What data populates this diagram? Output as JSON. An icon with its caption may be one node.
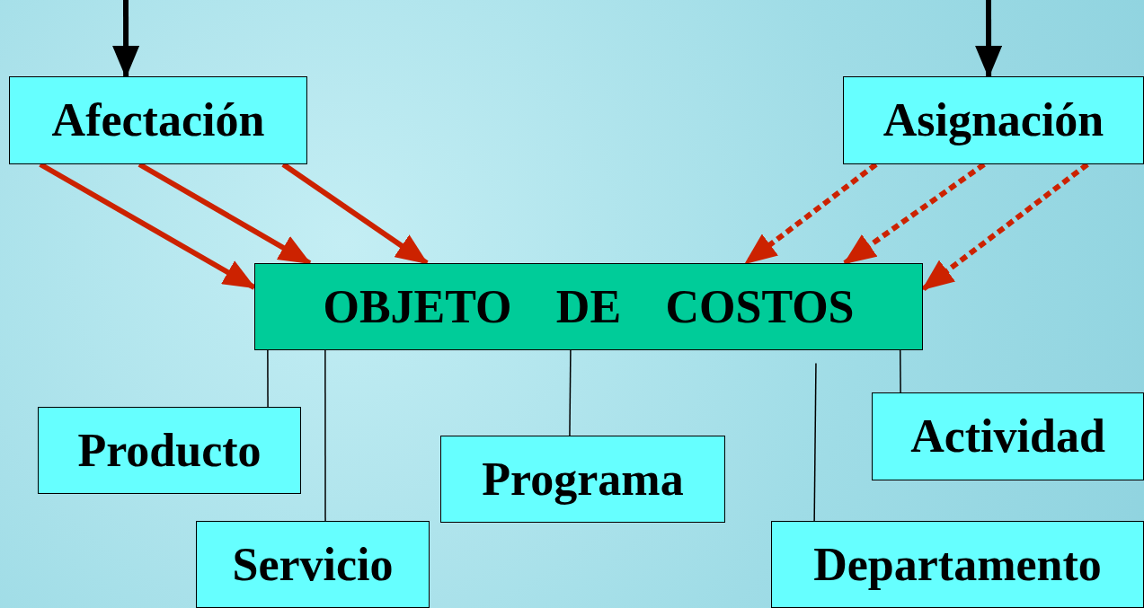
{
  "diagram": {
    "nodes": [
      {
        "text": [
          "Afectación"
        ]
      },
      {
        "text": [
          "Asignación"
        ]
      },
      {
        "text": [
          "OBJETO DE COSTOS"
        ]
      },
      {
        "text": [
          "Producto"
        ]
      },
      {
        "text": [
          "Servicio"
        ]
      },
      {
        "text": [
          "Programa"
        ]
      },
      {
        "text": [
          "Actividad"
        ]
      },
      {
        "text": [
          "Departamento"
        ]
      }
    ],
    "edges": [
      {
        "from": 0,
        "to": 2,
        "arrow": "to",
        "color": "#cc2200"
      },
      {
        "from": 0,
        "to": 2,
        "arrow": "to",
        "color": "#cc2200"
      },
      {
        "from": 0,
        "to": 2,
        "arrow": "to",
        "color": "#cc2200"
      },
      {
        "from": 1,
        "to": 2,
        "arrow": "to",
        "style": "dashed",
        "color": "#cc2200"
      },
      {
        "from": 1,
        "to": 2,
        "arrow": "to",
        "style": "dashed",
        "color": "#cc2200"
      },
      {
        "from": 1,
        "to": 2,
        "arrow": "to",
        "style": "dashed",
        "color": "#cc2200"
      },
      {
        "from": 2,
        "to": 3,
        "arrow": "none"
      },
      {
        "from": 2,
        "to": 4,
        "arrow": "none"
      },
      {
        "from": 2,
        "to": 5,
        "arrow": "none"
      },
      {
        "from": 2,
        "to": 7,
        "arrow": "none"
      },
      {
        "from": 2,
        "to": 6,
        "arrow": "none"
      },
      {
        "from": null,
        "to": 0,
        "arrow": "to"
      },
      {
        "from": null,
        "to": 1,
        "arrow": "to"
      }
    ]
  }
}
